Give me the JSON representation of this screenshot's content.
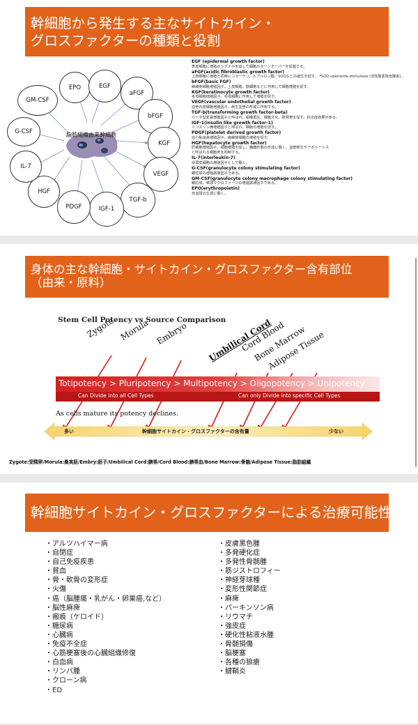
{
  "slide1": {
    "title_line1": "幹細胞から発生する主なサイトカイン・",
    "title_line2": "グロスファクターの種類と役割",
    "diagram": {
      "center_label": "脂肪組織由来幹細胞",
      "factors": [
        "EPO",
        "EGF",
        "aFGF",
        "bFGF",
        "KGF",
        "VEGF",
        "TGF-b",
        "IGF-1",
        "PDGF",
        "HGF",
        "IL-7",
        "G-CSF",
        "GM-CSF"
      ]
    },
    "legend": [
      {
        "title": "EGF (epidermal growth factor)",
        "desc": "表皮細胞に増殖のシグナルを出して細胞のターンオーバーを促進する。"
      },
      {
        "title": "aFGF(acidic fibroblastic growth factor)",
        "desc": "上皮細胞に増殖と同時にコラーゲン、ヒアルロン酸、SODなどの産生を促す。 *SOD:uperoxide dismutase (活性酸素除去酵素)。"
      },
      {
        "title": "bFGF(basic FGF)",
        "desc": "線維芽細胞増殖因子。上皮細胞、筋細胞などに作用して細胞増殖を促す。"
      },
      {
        "title": "KGF(keratinocyte growth factor)",
        "desc": "毛母細胞増殖因子。毛母細胞に作用して増殖を促す。"
      },
      {
        "title": "VEGF(vascular endothelial growth factor)",
        "desc": "血管内皮細胞増殖因子。新生血管の形成に作用する。"
      },
      {
        "title": "TGF-b(transforming growth factor-beta)",
        "desc": "ベータ型変異増殖因子と呼ばれ、組織再生、細胞文化、胚発育を促す。抗炎症効果がある。"
      },
      {
        "title": "IGF-1(insulin like growth factor-1)",
        "desc": "インスリン様増殖因子と呼ばれ、細胞の増殖を促す。"
      },
      {
        "title": "PDGF(platelet derived growth factor)",
        "desc": "血小板由来増殖因子。線維芽細胞の増殖を促す。"
      },
      {
        "title": "HGF(hepatocyte growth factor)",
        "desc": "肝細胞増殖因子。細胞増殖を促し、臓器形態の形成に働く。血管新生やアポトーシスと呼ばれる細胞死を抑制する。"
      },
      {
        "title": "IL-7(interleukin-7)",
        "desc": "幼弱皮細胞の増殖因子として働く。"
      },
      {
        "title": "G-CSF(granulocyte colony stimulating factor)",
        "desc": "顆粒球の増殖誘導因子である。"
      },
      {
        "title": "GM-CSF(granulocyte colony macrophage colony stimulating factor)",
        "desc": "顆粒球、単球マクロファージの増殖誘導因子である。"
      },
      {
        "title": "EPO(erythropoietin)",
        "desc": "赤血球の生成に働く。"
      }
    ]
  },
  "slide2": {
    "title_line1": "身体の主な幹細胞・サイトカイン・グロスファクター含有部位",
    "title_line2": "（由来・原料）",
    "chart_title": "Stem Cell Potency vs Source Comparison",
    "sources_left": [
      "Zygote",
      "Morula",
      "Embryo"
    ],
    "sources_right": [
      "Umbilical Cord",
      "Cord Blood",
      "Bone Marrow",
      "Adipose Tissue"
    ],
    "potency_bar": "Totipotency > Pluripotency > Multipotency > Oligopotency > Unipotency",
    "divide_left": "Can Divide into all Cell Types",
    "divide_right": "Can only Divide into specific Cell Types",
    "mature_note": "As cells mature its potency declines.",
    "content_arrow": {
      "left": "多い",
      "middle": "幹細胞サイトカイン・グロスファクターの含有量",
      "right": "少ない"
    },
    "glossary": "Zygote:受精卵/Morula:桑実胚/Embry:胚子/Umbilical Cord:臍帯/Cord Blood:臍帯血/Bone Marrow:骨髄/Adipose Tissue:脂肪組織"
  },
  "slide3": {
    "title": "幹細胞サイトカイン・グロスファクターによる治療可能性",
    "left_list": [
      "・アルツハイマー病",
      "・自閉症",
      "・自己免疫疾患",
      "・貧血",
      "・骨・軟骨の変形症",
      "・火傷",
      "・癌（脳腫瘍・乳がん・卵巣癌,など）",
      "・脳性麻痺",
      "・瘢痕（ケロイド）",
      "・糖尿病",
      "・心臓病",
      "・免疫不全症",
      "・心筋梗塞後の心臓組織修復",
      "・白血病",
      "・リンパ腫",
      "・クローン病",
      "・ED"
    ],
    "right_list": [
      "・皮膚黒色腫",
      "・多発硬化症",
      "・多発性骨髄腫",
      "・筋ジストロフィー",
      "・神経芽球種",
      "・変形性関節症",
      "・麻痺",
      "・パーキンソン病",
      "・リウマチ",
      "・強皮症",
      "・硬化性粘液水腫",
      "・骨髄損傷",
      "・脳梗塞",
      "・各種の狼瘡",
      "・腱鞘炎"
    ]
  },
  "colors": {
    "accent": "#e2621b",
    "potency_red": "#d82020",
    "arrow_yellow": "#f7e39a"
  }
}
